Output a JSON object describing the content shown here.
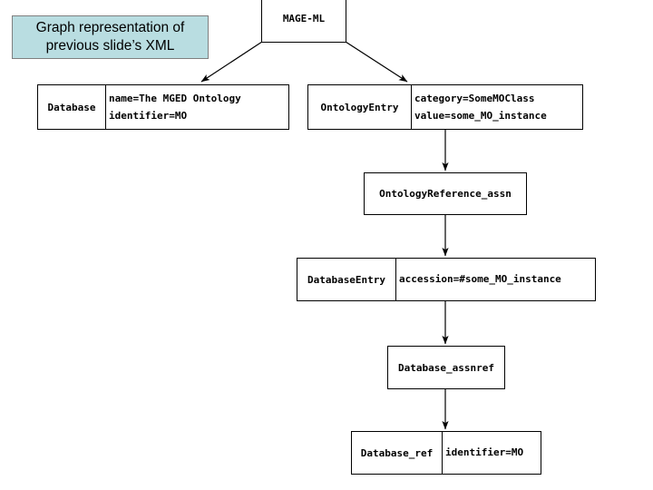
{
  "caption": {
    "line1": "Graph representation of",
    "line2": "previous slide’s XML",
    "background_color": "#b9dde1",
    "border_color": "#7f7f7f"
  },
  "diagram": {
    "type": "graph",
    "line_color": "#000000",
    "node_fill": "#ffffff",
    "nodes": [
      {
        "id": "mage-ml",
        "name": "MAGE-ML",
        "attributes": []
      },
      {
        "id": "database",
        "name": "Database",
        "attributes": [
          "name=The MGED Ontology",
          "identifier=MO"
        ]
      },
      {
        "id": "ontologyentry",
        "name": "OntologyEntry",
        "attributes": [
          "category=SomeMOClass",
          "value=some_MO_instance"
        ]
      },
      {
        "id": "ontologyreference-assn",
        "name": "OntologyReference_assn",
        "attributes": []
      },
      {
        "id": "databaseentry",
        "name": "DatabaseEntry",
        "attributes": [
          "accession=#some_MO_instance"
        ]
      },
      {
        "id": "database-assnref",
        "name": "Database_assnref",
        "attributes": []
      },
      {
        "id": "database-ref",
        "name": "Database_ref",
        "attributes": [
          "identifier=MO"
        ]
      }
    ],
    "edges": [
      {
        "from": "mage-ml",
        "to": "database",
        "style": "arrow"
      },
      {
        "from": "mage-ml",
        "to": "ontologyentry",
        "style": "arrow"
      },
      {
        "from": "ontologyentry",
        "to": "ontologyreference-assn",
        "style": "arrow"
      },
      {
        "from": "ontologyreference-assn",
        "to": "databaseentry",
        "style": "arrow"
      },
      {
        "from": "databaseentry",
        "to": "database-assnref",
        "style": "arrow"
      },
      {
        "from": "database-assnref",
        "to": "database-ref",
        "style": "arrow"
      }
    ]
  }
}
